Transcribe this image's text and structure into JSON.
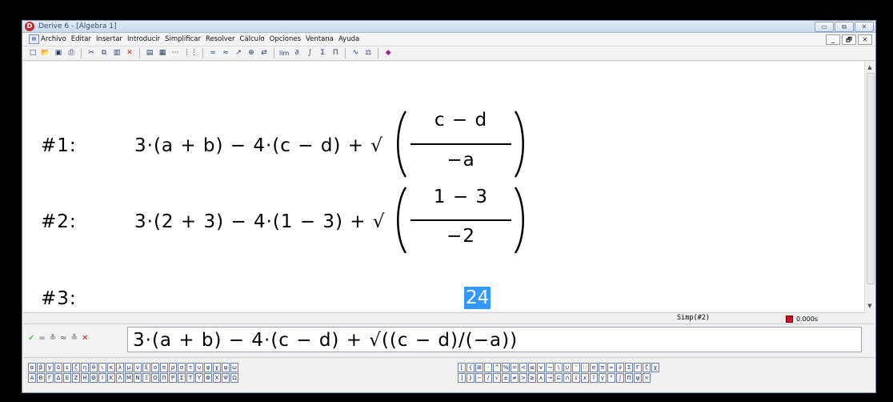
{
  "window": {
    "title": "Derive 6 - [Álgebra 1]",
    "app_icon": "D",
    "controls": [
      "▭",
      "⧉",
      "✕"
    ]
  },
  "menubar": {
    "items": [
      "Archivo",
      "Editar",
      "Insertar",
      "Introducir",
      "Simplificar",
      "Resolver",
      "Cálculo",
      "Opciones",
      "Ventana",
      "Ayuda"
    ],
    "mdi_controls": [
      "_",
      "🗗",
      "✕"
    ]
  },
  "toolbar": {
    "icons": [
      "new-icon",
      "open-icon",
      "save-icon",
      "print-icon",
      "cut-icon",
      "copy-icon",
      "paste-icon",
      "delete-icon",
      "text-icon",
      "text-object-icon",
      "vector-icon",
      "matrix-icon",
      "simplify-icon",
      "approximate-icon",
      "plot-2d-icon",
      "zoom-icon",
      "substitute-icon",
      "limit-icon",
      "derivative-icon",
      "integral-icon",
      "sum-icon",
      "product-icon",
      "taylor-icon",
      "solve-icon",
      "plot-3d-icon"
    ]
  },
  "expressions": [
    {
      "label": "#1:",
      "left": "3·(a + b) − 4·(c − d) + √",
      "num": "c − d",
      "den": "−a"
    },
    {
      "label": "#2:",
      "left": "3·(2 + 3) − 4·(1 − 3) + √",
      "num": "1 − 3",
      "den": "−2"
    },
    {
      "label": "#3:",
      "result": "24"
    }
  ],
  "status": {
    "command": "Simp(#2)",
    "time": "0.000s"
  },
  "entry": {
    "buttons": [
      "✓",
      "=",
      "≚",
      "≈",
      "≚",
      "✕"
    ],
    "value": "3·(a + b) − 4·(c − d) + √((c − d)/(−a))"
  },
  "symbols": {
    "greek_lower": [
      "α",
      "β",
      "γ",
      "δ",
      "ε",
      "ζ",
      "η",
      "θ",
      "ι",
      "κ",
      "λ",
      "μ",
      "ν",
      "ξ",
      "ο",
      "π",
      "ρ",
      "σ",
      "τ",
      "υ",
      "φ",
      "χ",
      "ψ",
      "ω"
    ],
    "greek_upper": [
      "Α",
      "Β",
      "Γ",
      "Δ",
      "Ε",
      "Ζ",
      "Η",
      "Θ",
      "Ι",
      "Κ",
      "Λ",
      "Μ",
      "Ν",
      "Ξ",
      "Ο",
      "Π",
      "Ρ",
      "Σ",
      "Τ",
      "Υ",
      "Φ",
      "Χ",
      "Ψ",
      "Ω"
    ],
    "math_row1": [
      "[",
      "{",
      "⊞",
      "·",
      "^",
      "%",
      "=",
      "<",
      "≤",
      "∨",
      "¬",
      "\\",
      "∪",
      "'",
      "∷",
      "e",
      "π",
      "∞",
      "∂",
      "Σ",
      "Γ",
      "ζ",
      "χ"
    ],
    "math_row2": [
      "]",
      "}",
      "−",
      "/",
      "√",
      "±",
      "≠",
      ">",
      "≥",
      "∧",
      "→",
      "⊆",
      "∩",
      "↓",
      "x",
      "î",
      "γ",
      "°",
      "∫",
      "Π",
      "ψ",
      "×"
    ]
  }
}
